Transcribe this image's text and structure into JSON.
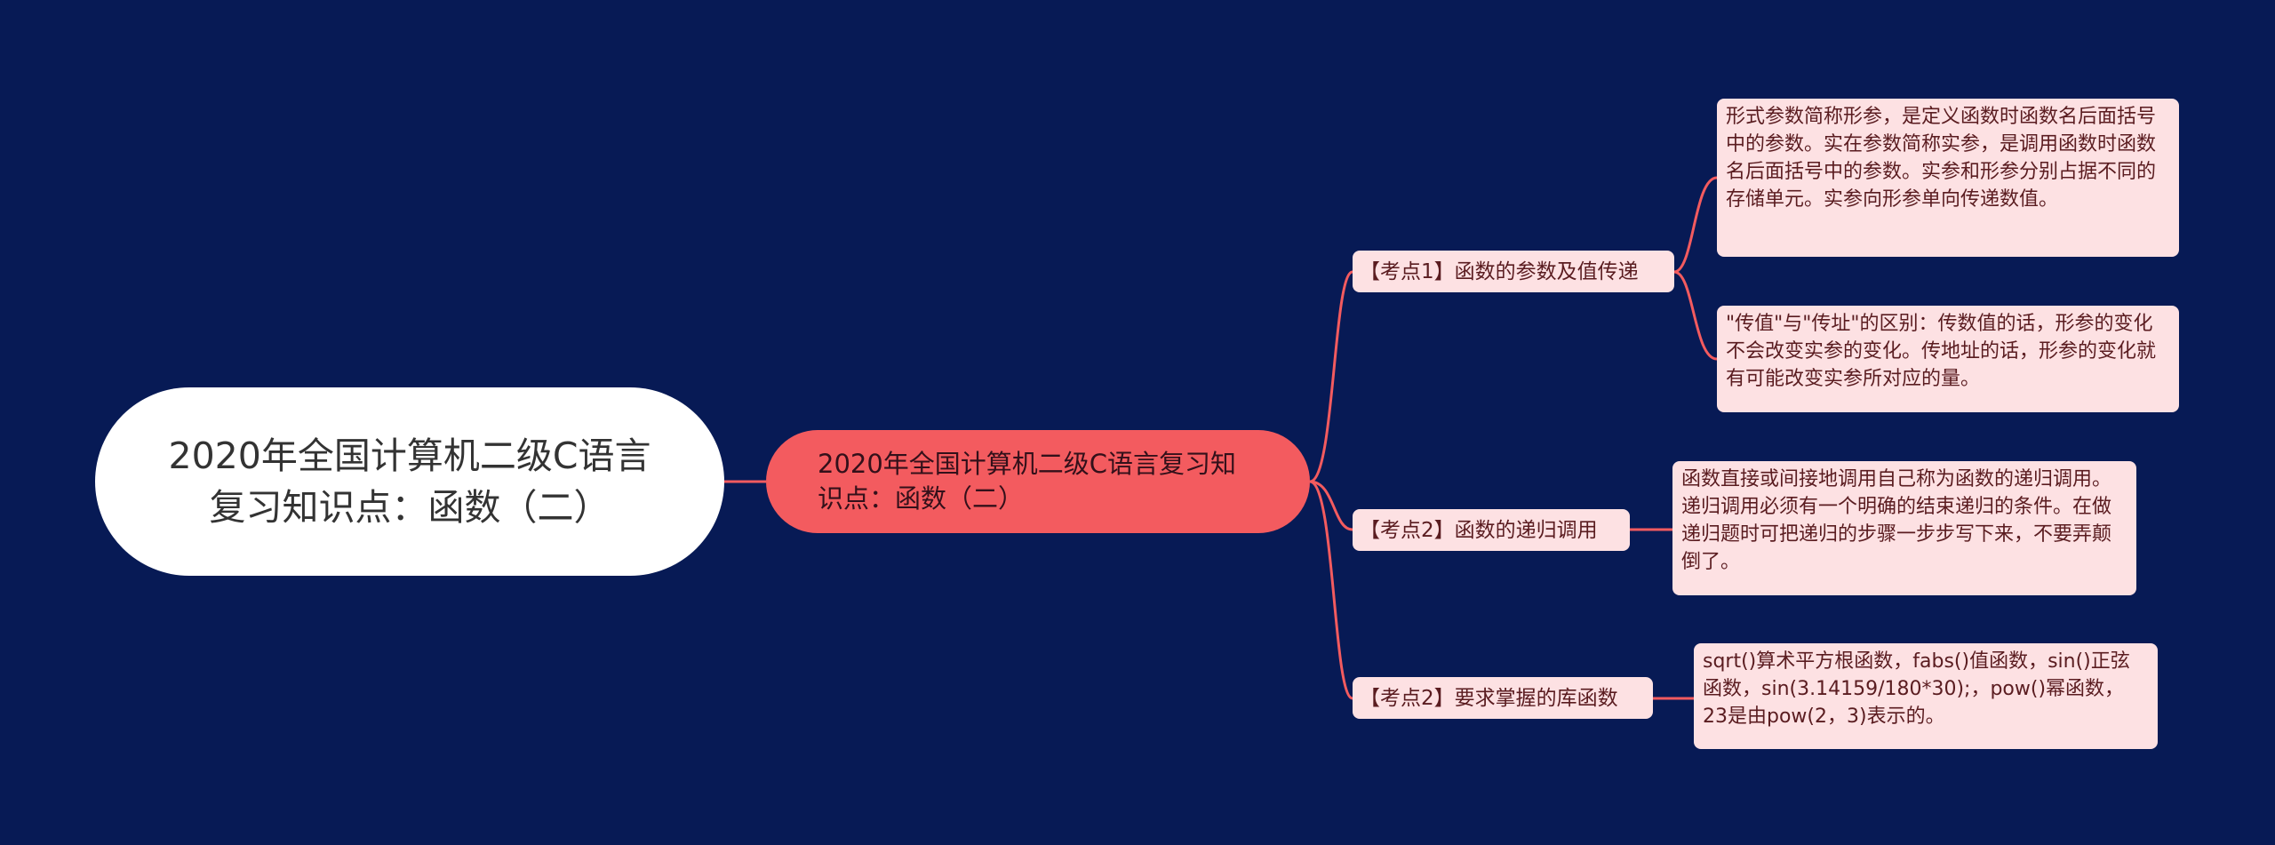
{
  "root": {
    "title": "2020年全国计算机二级C语言复习知识点：函数（二）"
  },
  "center": {
    "title": "2020年全国计算机二级C语言复习知识点：函数（二）"
  },
  "topics": [
    {
      "label": "【考点1】函数的参数及值传递",
      "details": [
        "形式参数简称形参，是定义函数时函数名后面括号中的参数。实在参数简称实参，是调用函数时函数名后面括号中的参数。实参和形参分别占据不同的存储单元。实参向形参单向传递数值。",
        "\"传值\"与\"传址\"的区别：传数值的话，形参的变化不会改变实参的变化。传地址的话，形参的变化就有可能改变实参所对应的量。"
      ]
    },
    {
      "label": "【考点2】函数的递归调用",
      "details": [
        "函数直接或间接地调用自己称为函数的递归调用。递归调用必须有一个明确的结束递归的条件。在做递归题时可把递归的步骤一步步写下来，不要弄颠倒了。"
      ]
    },
    {
      "label": "【考点2】要求掌握的库函数",
      "details": [
        "sqrt()算术平方根函数，fabs()值函数，sin()正弦函数，sin(3.14159/180*30);，pow()幂函数，23是由pow(2，3)表示的。"
      ]
    }
  ],
  "colors": {
    "background": "#071a55",
    "root_fill": "#ffffff",
    "center_fill": "#f35b5f",
    "node_fill": "#fde1e3",
    "connector": "#f35b5f"
  }
}
